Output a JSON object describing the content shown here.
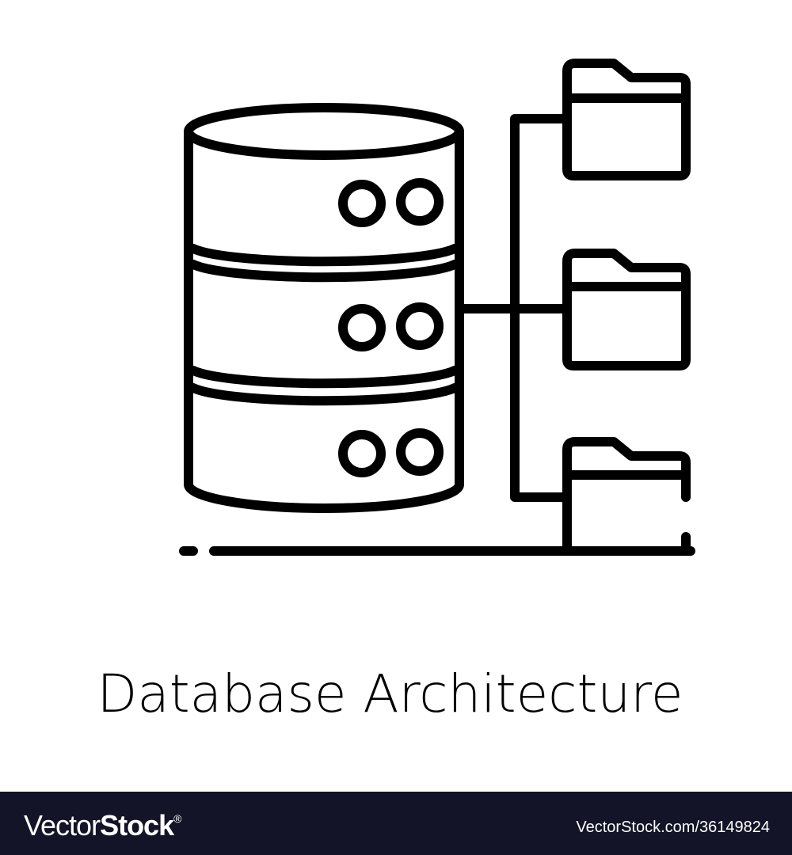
{
  "title": "Database Architecture",
  "footer": {
    "brand_light": "Vector",
    "brand_bold": "Stock",
    "registered": "®",
    "image_id": "VectorStock.com/36149824"
  },
  "colors": {
    "stroke": "#000000",
    "footer_bg": "#131427"
  }
}
